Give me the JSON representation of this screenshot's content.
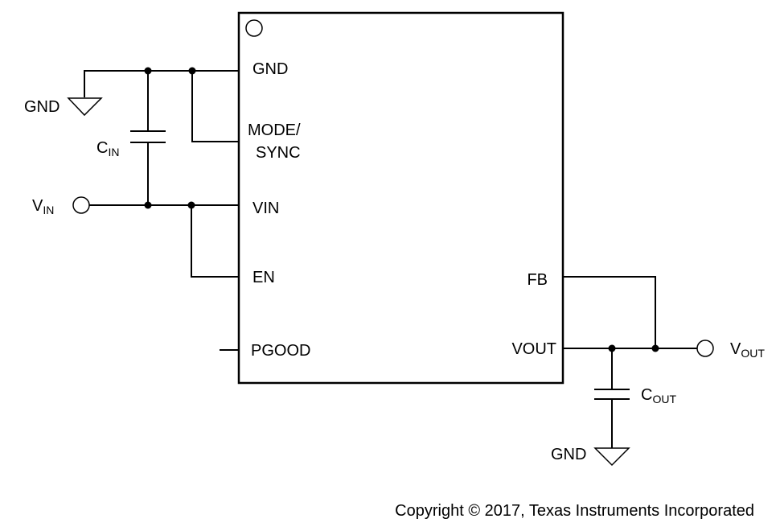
{
  "chip": {
    "pins_left": {
      "gnd": "GND",
      "mode": "MODE/",
      "sync": "SYNC",
      "vin": "VIN",
      "en": "EN",
      "pgood": "PGOOD"
    },
    "pins_right": {
      "fb": "FB",
      "vout": "VOUT"
    }
  },
  "components": {
    "cin": {
      "base": "C",
      "sub": "IN"
    },
    "cout": {
      "base": "C",
      "sub": "OUT"
    }
  },
  "ports": {
    "vin": {
      "base": "V",
      "sub": "IN"
    },
    "vout": {
      "base": "V",
      "sub": "OUT"
    }
  },
  "grounds": {
    "left": "GND",
    "bottom": "GND"
  },
  "footer": {
    "copyright": "Copyright © 2017, Texas Instruments Incorporated"
  }
}
